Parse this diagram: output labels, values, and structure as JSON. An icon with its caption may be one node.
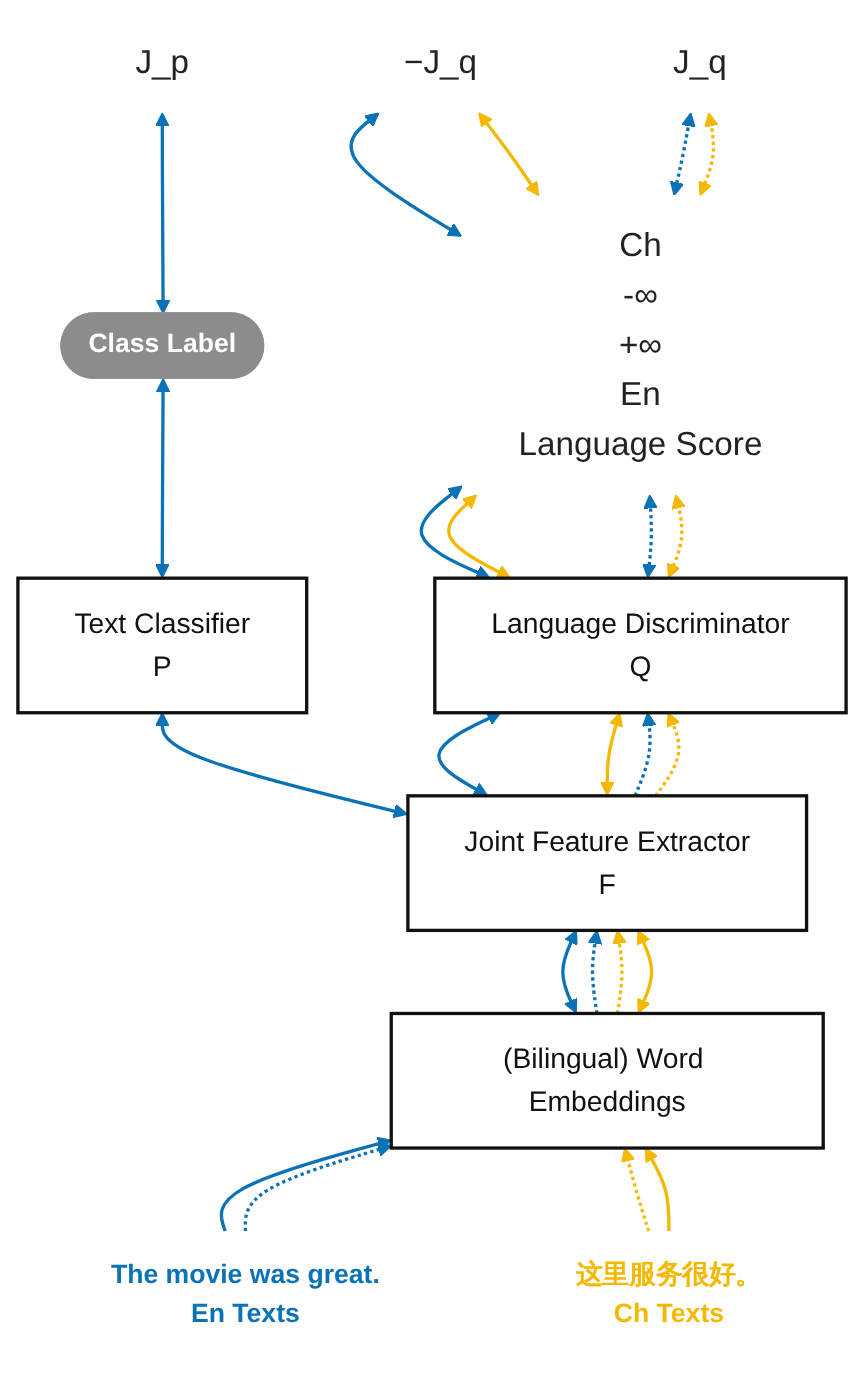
{
  "diagram": {
    "nodes": [
      {
        "text": [
          "J_p"
        ]
      },
      {
        "text": [
          "Class Label"
        ]
      },
      {
        "text": [
          "−J_q"
        ]
      },
      {
        "text": [
          "J_q"
        ]
      },
      {
        "text": [
          "Ch",
          "-∞",
          "+∞",
          "En",
          "Language Score"
        ]
      },
      {
        "text": [
          "Text Classifier",
          "P"
        ]
      },
      {
        "text": [
          "Language Discriminator",
          "Q"
        ]
      },
      {
        "text": [
          "Joint Feature Extractor",
          "F"
        ]
      },
      {
        "text": [
          "(Bilingual) Word Embeddings"
        ]
      },
      {
        "text": [
          "The movie was great.",
          "En Texts"
        ]
      },
      {
        "text": [
          "这里服务很好。",
          "Ch Texts"
        ]
      }
    ],
    "edges": [
      {
        "from": 1,
        "to": 0,
        "arrow": "both"
      },
      {
        "from": 4,
        "to": 2,
        "arrow": "both"
      },
      {
        "from": 4,
        "to": 2,
        "arrow": "both",
        "color": "#f5b800"
      },
      {
        "from": 4,
        "to": 3,
        "arrow": "both",
        "style": "dashed"
      },
      {
        "from": 4,
        "to": 3,
        "arrow": "both",
        "style": "dashed",
        "color": "#f5b800"
      },
      {
        "from": 5,
        "to": 1,
        "arrow": "both"
      },
      {
        "from": 6,
        "to": 4,
        "arrow": "both"
      },
      {
        "from": 6,
        "to": 4,
        "arrow": "both",
        "color": "#f5b800"
      },
      {
        "from": 6,
        "to": 4,
        "arrow": "both",
        "style": "dashed"
      },
      {
        "from": 6,
        "to": 4,
        "arrow": "both",
        "style": "dashed",
        "color": "#f5b800"
      },
      {
        "from": 7,
        "to": 5,
        "arrow": "both"
      },
      {
        "from": 7,
        "to": 6,
        "arrow": "both"
      },
      {
        "from": 7,
        "to": 6,
        "arrow": "both",
        "color": "#f5b800"
      },
      {
        "from": 7,
        "to": 6,
        "arrow": "to",
        "style": "dashed"
      },
      {
        "from": 7,
        "to": 6,
        "arrow": "to",
        "style": "dashed",
        "color": "#f5b800"
      },
      {
        "from": 8,
        "to": 7,
        "arrow": "both"
      },
      {
        "from": 8,
        "to": 7,
        "arrow": "to",
        "style": "dashed"
      },
      {
        "from": 8,
        "to": 7,
        "arrow": "to",
        "style": "dashed",
        "color": "#f5b800"
      },
      {
        "from": 8,
        "to": 7,
        "arrow": "both",
        "color": "#f5b800"
      },
      {
        "from": 9,
        "to": 8,
        "arrow": "to"
      },
      {
        "from": 9,
        "to": 8,
        "arrow": "to",
        "style": "dashed"
      },
      {
        "from": 10,
        "to": 8,
        "arrow": "to",
        "style": "dashed",
        "color": "#f5b800"
      },
      {
        "from": 10,
        "to": 8,
        "arrow": "to",
        "color": "#f5b800"
      }
    ]
  }
}
